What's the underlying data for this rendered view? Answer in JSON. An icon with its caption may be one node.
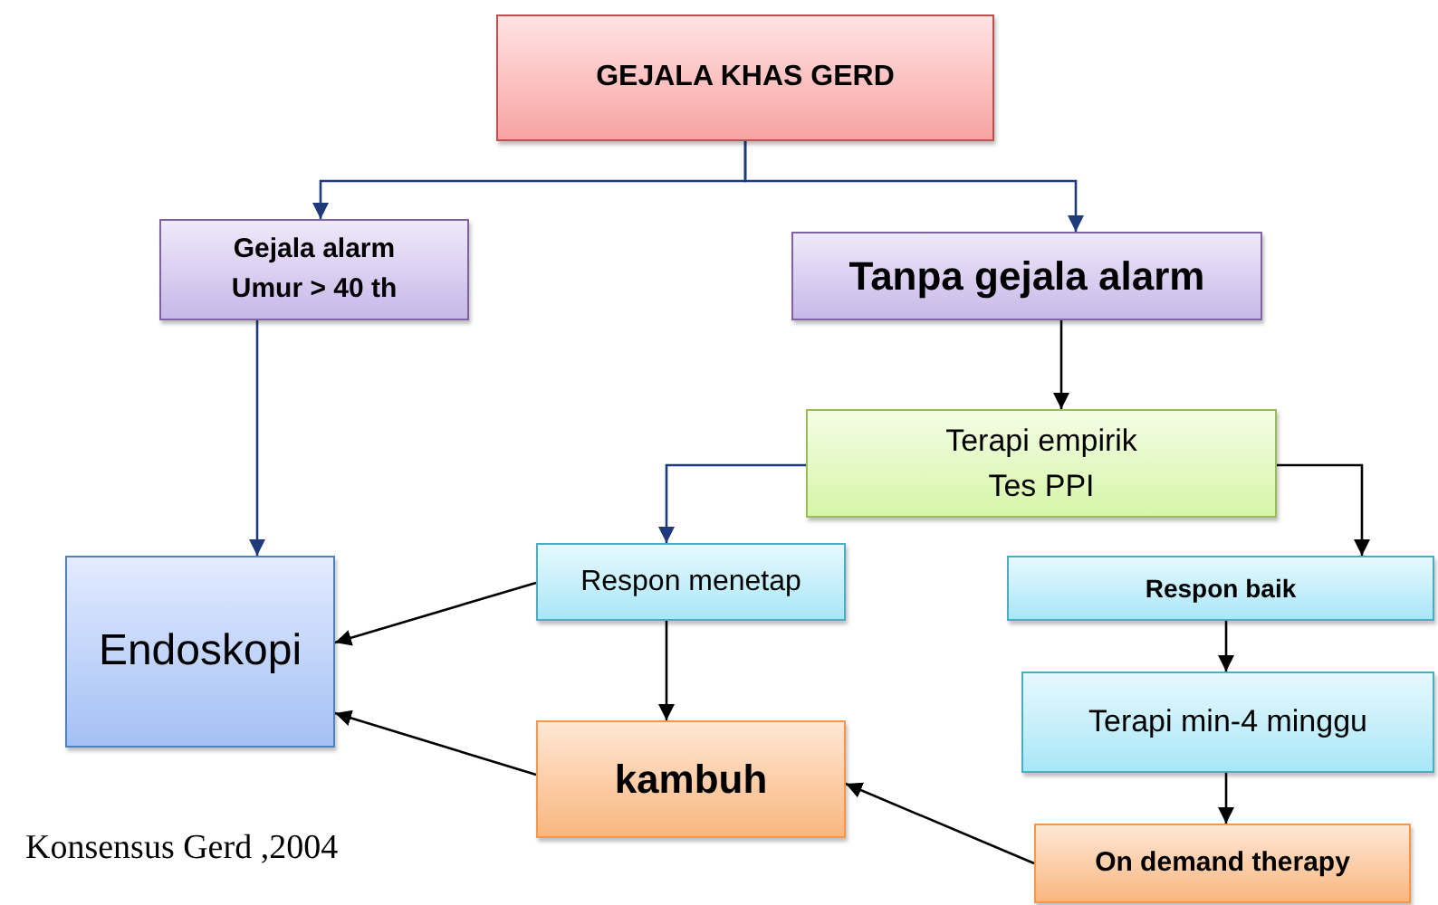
{
  "diagram": {
    "nodes": [
      {
        "text": [
          "GEJALA KHAS GERD"
        ]
      },
      {
        "text": [
          "Gejala alarm",
          "Umur > 40 th"
        ]
      },
      {
        "text": [
          "Tanpa gejala alarm"
        ]
      },
      {
        "text": [
          "Terapi empirik",
          "Tes PPI"
        ]
      },
      {
        "text": [
          "Endoskopi"
        ]
      },
      {
        "text": [
          "Respon menetap"
        ]
      },
      {
        "text": [
          "Respon baik"
        ]
      },
      {
        "text": [
          "Terapi min-4 minggu"
        ]
      },
      {
        "text": [
          "kambuh"
        ]
      },
      {
        "text": [
          "On demand therapy"
        ]
      }
    ],
    "edges": [
      {
        "from": 0,
        "to": 1,
        "arrow": "to",
        "color": "#1f3a7a"
      },
      {
        "from": 0,
        "to": 2,
        "arrow": "to",
        "color": "#1f3a7a"
      },
      {
        "from": 1,
        "to": 4,
        "arrow": "to",
        "color": "#1f3a7a"
      },
      {
        "from": 2,
        "to": 3,
        "arrow": "to"
      },
      {
        "from": 3,
        "to": 5,
        "arrow": "to",
        "color": "#1f3a7a"
      },
      {
        "from": 3,
        "to": 6,
        "arrow": "to"
      },
      {
        "from": 5,
        "to": 4,
        "arrow": "to"
      },
      {
        "from": 5,
        "to": 8,
        "arrow": "to"
      },
      {
        "from": 8,
        "to": 4,
        "arrow": "to"
      },
      {
        "from": 6,
        "to": 7,
        "arrow": "to"
      },
      {
        "from": 7,
        "to": 9,
        "arrow": "to"
      },
      {
        "from": 9,
        "to": 8,
        "arrow": "to"
      }
    ],
    "labels": [
      "Konsensus Gerd ,2004"
    ]
  }
}
